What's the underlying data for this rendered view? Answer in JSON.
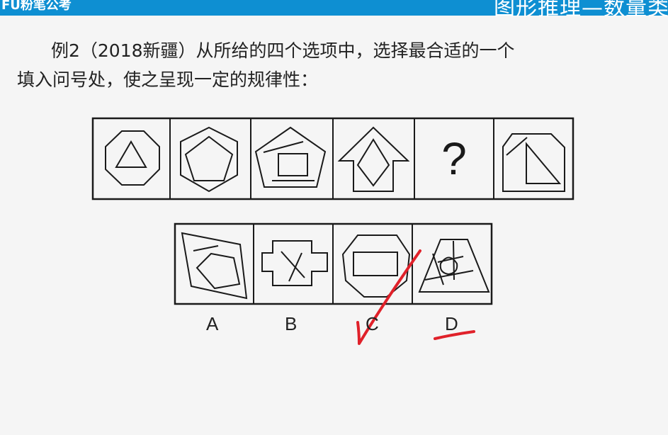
{
  "header": {
    "logo_text": "FU粉笔公考",
    "section_title": "图形推理—数量类"
  },
  "question": {
    "line1": "例2（2018新疆）从所给的四个选项中，选择最合适的一个",
    "line2": "填入问号处，使之呈现一定的规律性："
  },
  "sequence": {
    "missing_mark": "?"
  },
  "options": [
    "A",
    "B",
    "C",
    "D"
  ],
  "annotation": {
    "color": "#e0212a",
    "check_target": "C",
    "underline_target": "D"
  }
}
